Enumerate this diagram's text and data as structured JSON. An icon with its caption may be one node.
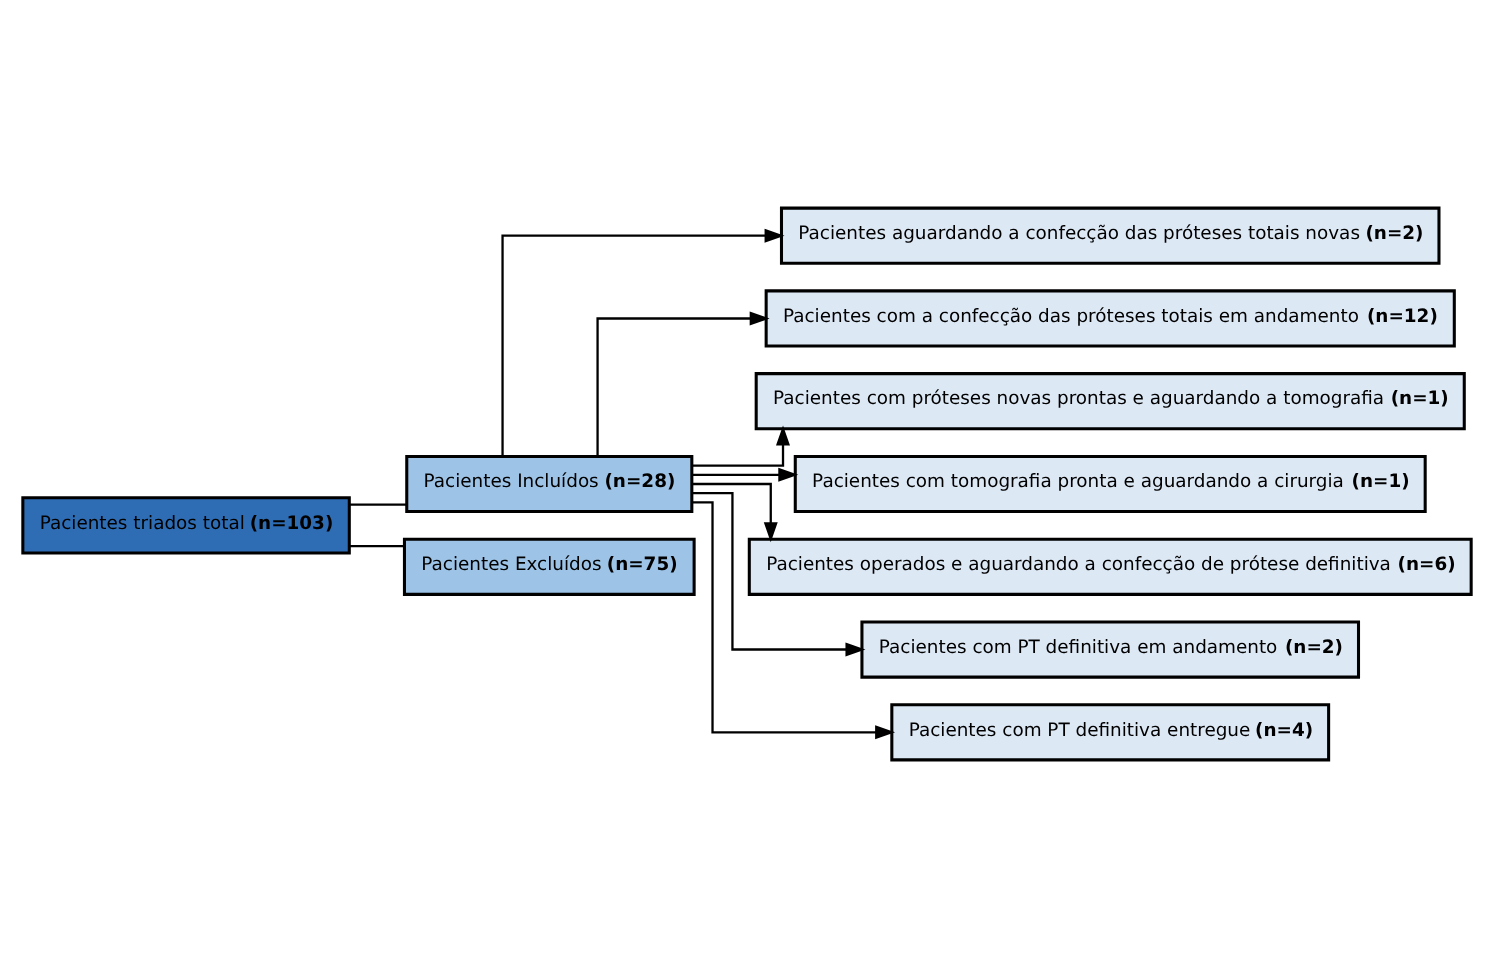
{
  "diagram": {
    "nodes": [
      {
        "text": [
          "Pacientes triados total **(n=103)**"
        ]
      },
      {
        "text": [
          "Pacientes Incluídos **(n=28)**"
        ]
      },
      {
        "text": [
          "Pacientes Excluídos **(n=75)**"
        ]
      },
      {
        "text": [
          "Pacientes aguardando a confecção das próteses totais novas **(n=2)**"
        ]
      },
      {
        "text": [
          "Pacientes com a confecção das próteses totais em andamento **(n=12)**"
        ]
      },
      {
        "text": [
          "Pacientes com próteses novas prontas e aguardando a tomografia **(n=1)**"
        ]
      },
      {
        "text": [
          "Pacientes com tomografia pronta e aguardando a cirurgia **(n=1)**"
        ]
      },
      {
        "text": [
          "Pacientes operados e aguardando a confecção de prótese definitiva **(n=6)**"
        ]
      },
      {
        "text": [
          "Pacientes com PT definitiva em andamento **(n=2)**"
        ]
      },
      {
        "text": [
          "Pacientes com PT definitiva entregue **(n=4)**"
        ]
      }
    ],
    "edges": [
      {
        "from": 0,
        "to": 1,
        "arrow": "none"
      },
      {
        "from": 0,
        "to": 2,
        "arrow": "none"
      },
      {
        "from": 1,
        "to": 3,
        "arrow": "to"
      },
      {
        "from": 1,
        "to": 4,
        "arrow": "to"
      },
      {
        "from": 1,
        "to": 5,
        "arrow": "to"
      },
      {
        "from": 1,
        "to": 6,
        "arrow": "to"
      },
      {
        "from": 1,
        "to": 7,
        "arrow": "to"
      },
      {
        "from": 1,
        "to": 8,
        "arrow": "to"
      },
      {
        "from": 1,
        "to": 9,
        "arrow": "to"
      }
    ]
  }
}
